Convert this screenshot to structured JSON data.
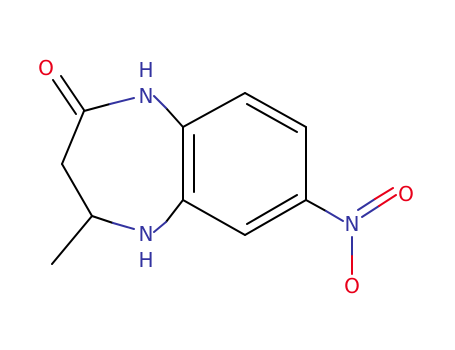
{
  "colors": {
    "background": "#ffffff",
    "bond": "#000000",
    "nitrogen": "#3333a0",
    "oxygen": "#e8001a"
  },
  "atoms": {
    "carbonyl_oxygen": "O",
    "amide_nitrogen": "H\nN",
    "amine_nitrogen": "H\nN",
    "nitro_nitrogen": "N",
    "nitro_oxygen_upper": "O",
    "nitro_oxygen_lower": "O"
  },
  "labels": {
    "O_carbonyl": "O",
    "N1_H": "H",
    "N1": "N",
    "N5_N": "N",
    "N5_H": "H",
    "N_nitro": "N",
    "O_nitro_upper": "O",
    "O_nitro_lower": "O"
  }
}
